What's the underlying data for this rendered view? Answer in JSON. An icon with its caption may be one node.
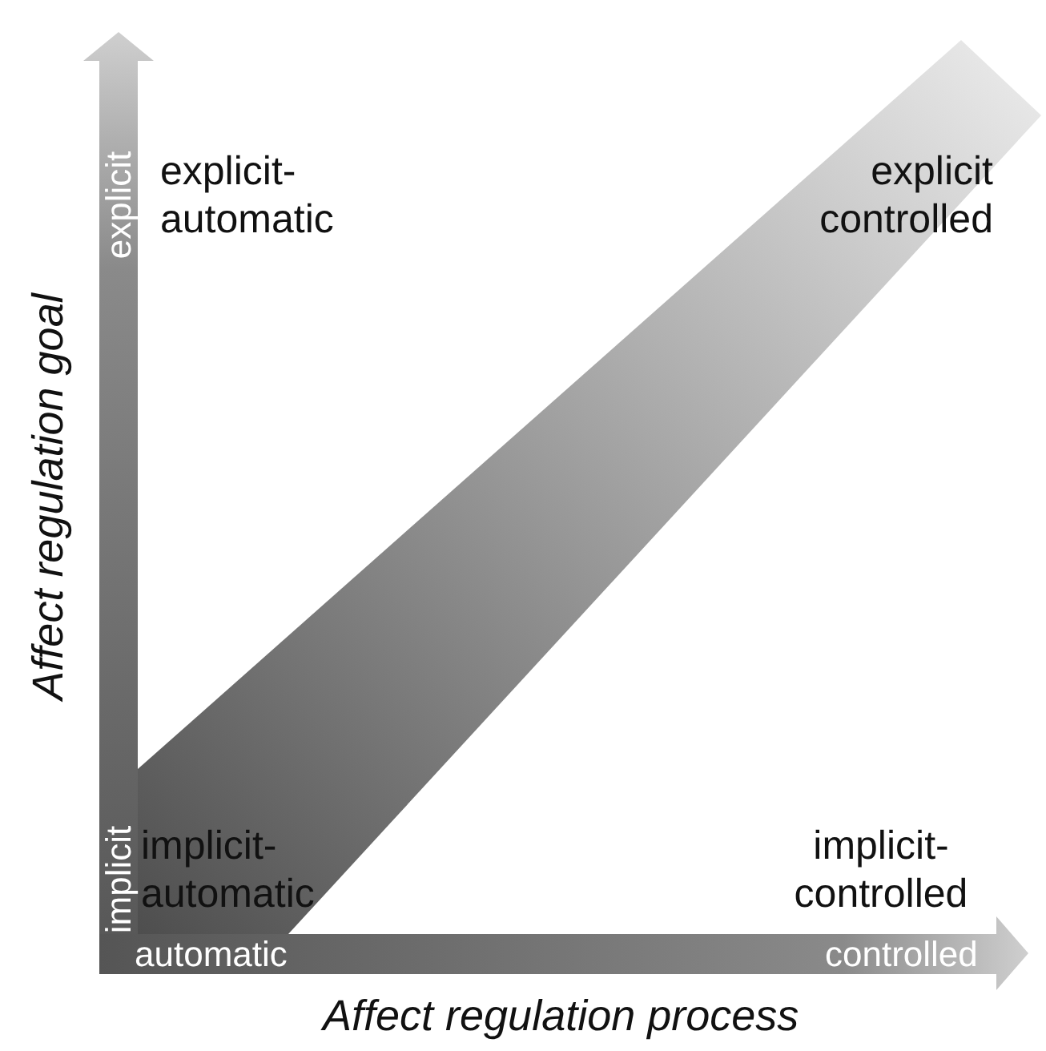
{
  "diagram": {
    "labels": [
      "explicit-automatic",
      "explicit controlled",
      "explicit",
      "Affect regulation goal",
      "implicit-automatic",
      "implicit-controlled",
      "implicit",
      "automatic",
      "controlled",
      "Affect regulation process"
    ]
  }
}
